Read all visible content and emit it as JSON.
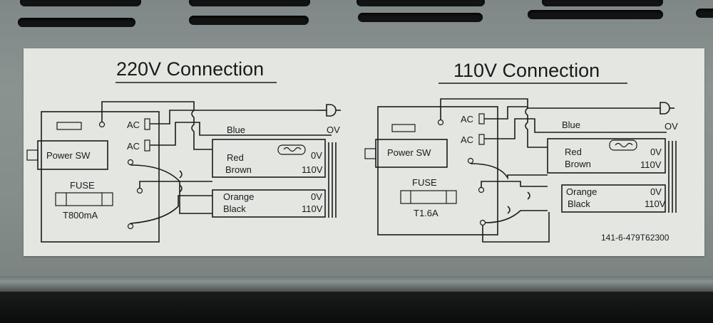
{
  "left_panel": {
    "title": "220V Connection",
    "power_switch": "Power SW",
    "fuse_label": "FUSE",
    "fuse_rating": "T800mA",
    "ac_1": "AC",
    "ac_2": "AC",
    "wire_blue": "Blue",
    "ov_plug": "OV",
    "wire_red": "Red",
    "wire_brown": "Brown",
    "tap_red": "0V",
    "tap_brown": "110V",
    "wire_orange": "Orange",
    "wire_black": "Black",
    "tap_orange": "0V",
    "tap_black": "110V"
  },
  "right_panel": {
    "title": "110V Connection",
    "power_switch": "Power SW",
    "fuse_label": "FUSE",
    "fuse_rating": "T1.6A",
    "ac_1": "AC",
    "ac_2": "AC",
    "wire_blue": "Blue",
    "ov_plug": "OV",
    "wire_red": "Red",
    "wire_brown": "Brown",
    "tap_red": "0V",
    "tap_brown": "110V",
    "wire_orange": "Orange",
    "wire_black": "Black",
    "tap_orange": "0V",
    "tap_black": "110V"
  },
  "part_number": "141-6-479T62300",
  "colors": {
    "chassis": "#858d8b",
    "label": "#e4e6e1",
    "ink": "#1b1b1b",
    "vent": "#121414"
  }
}
